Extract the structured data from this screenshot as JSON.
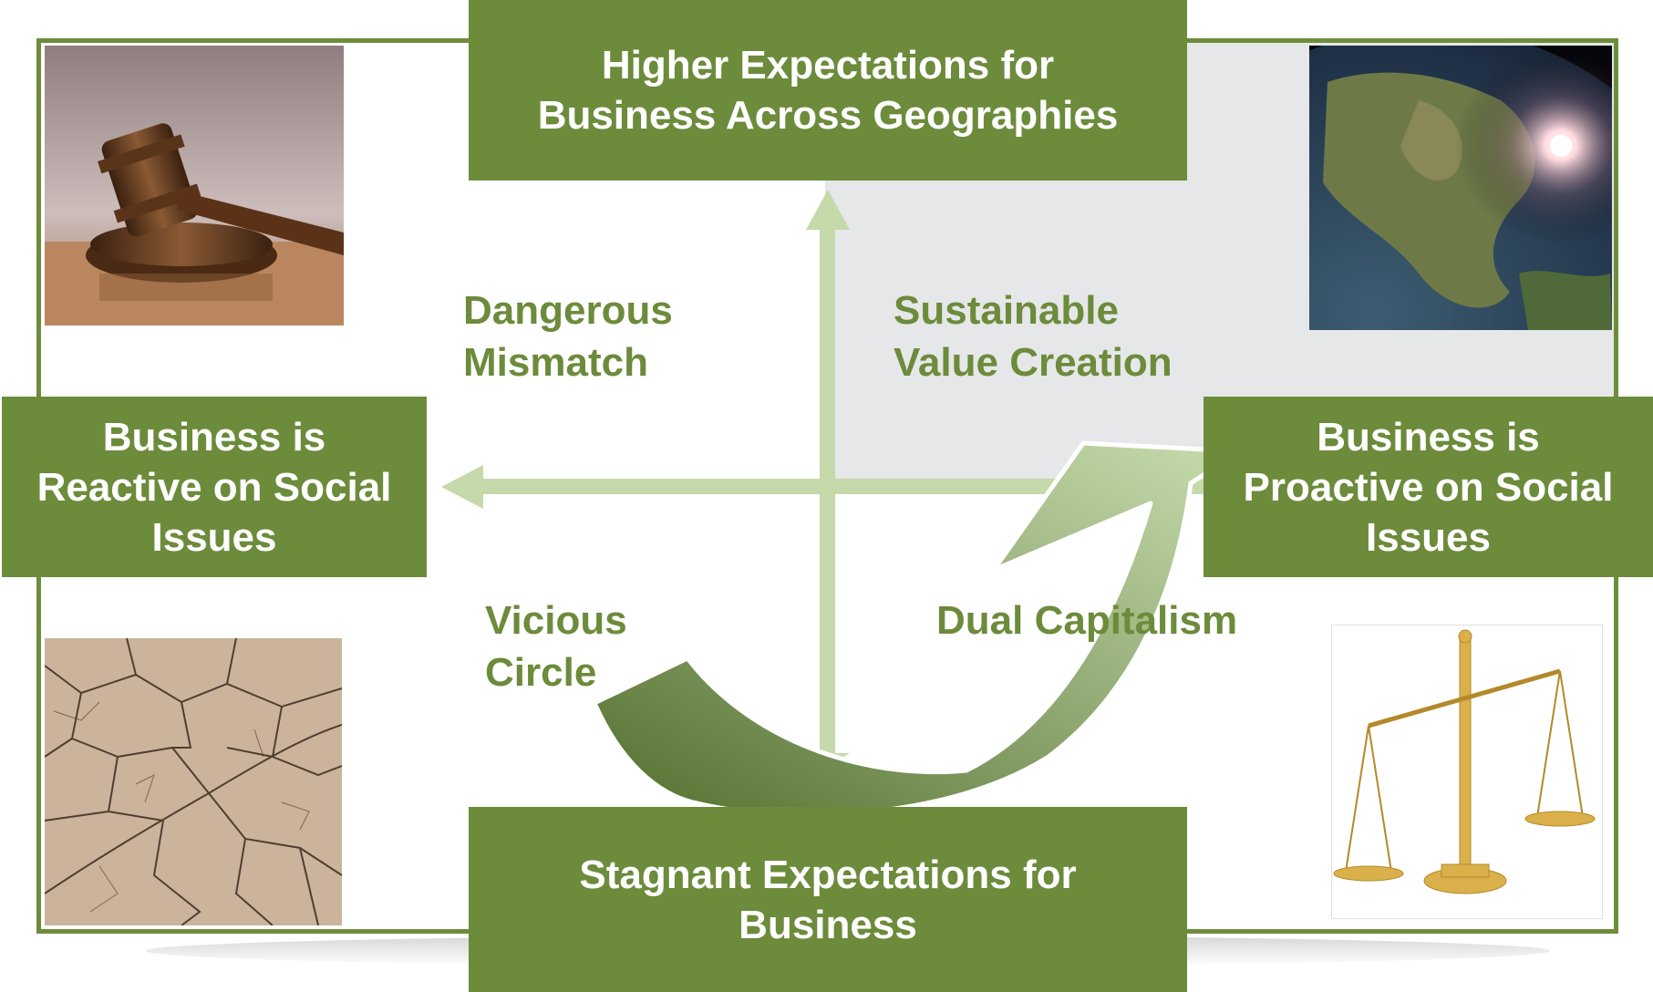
{
  "boxes": {
    "top": "Higher Expectations for\nBusiness Across Geographies",
    "bottom": "Stagnant Expectations for\nBusiness",
    "left": "Business is\nReactive on Social\nIssues",
    "right": "Business is\nProactive on Social\nIssues"
  },
  "quadrants": {
    "top_left": "Dangerous\nMismatch",
    "top_right": "Sustainable\nValue Creation",
    "bottom_left": "Vicious\nCircle",
    "bottom_right": "Dual Capitalism"
  },
  "colors": {
    "box_green": "#6c8b3b",
    "axis_green": "#c5d9aa",
    "grey_quadrant": "#e6e7e9"
  },
  "images": {
    "top_left": "gavel-photo",
    "top_right": "earth-photo",
    "bottom_left": "cracked-soil-photo",
    "bottom_right": "balance-scale-photo"
  }
}
